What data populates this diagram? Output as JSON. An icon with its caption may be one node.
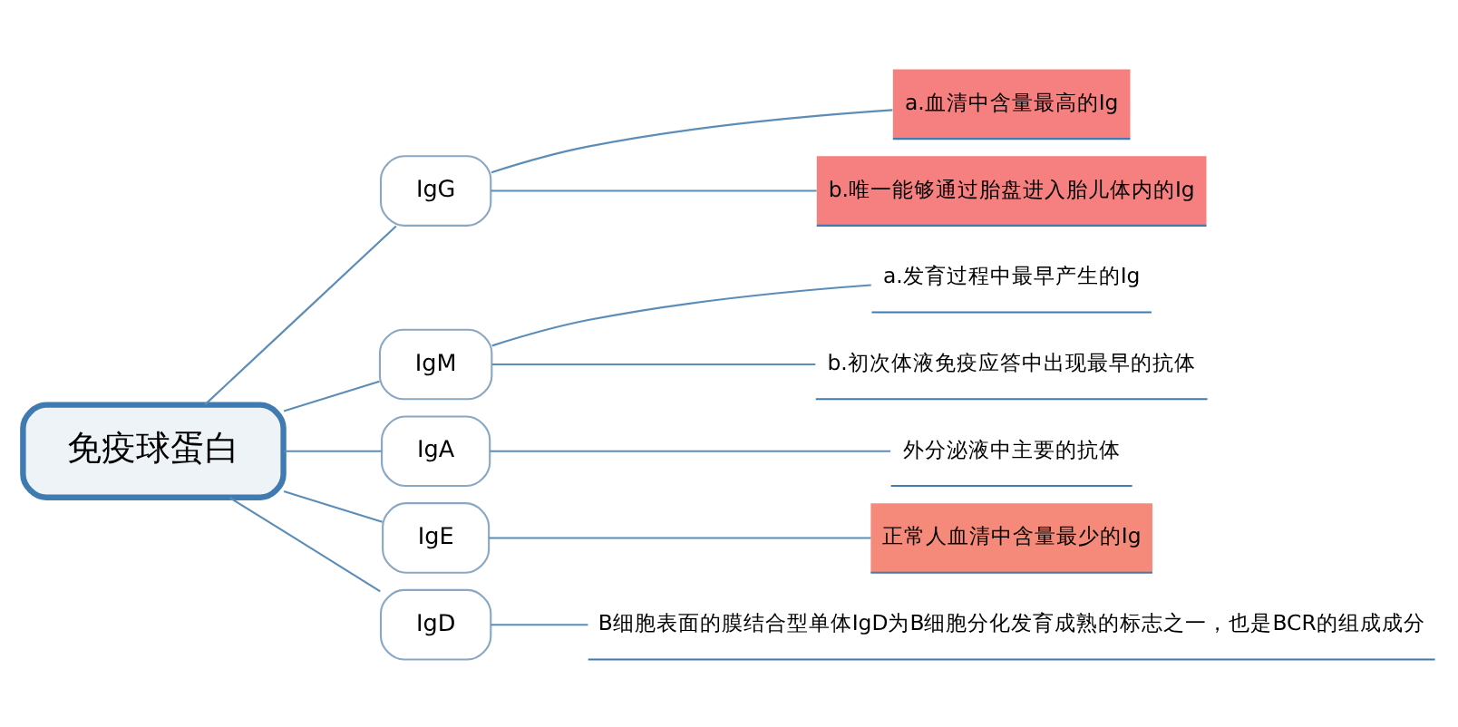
{
  "diagram": {
    "nodes": [
      {
        "text": [
          "免疫球蛋白"
        ]
      },
      {
        "text": [
          "IgG"
        ]
      },
      {
        "text": [
          "a.血清中含量最高的Ig"
        ]
      },
      {
        "text": [
          "b.唯一能够通过胎盘进入胎儿体内的Ig"
        ]
      },
      {
        "text": [
          "IgM"
        ]
      },
      {
        "text": [
          "a.发育过程中最早产生的Ig"
        ]
      },
      {
        "text": [
          "b.初次体液免疫应答中出现最早的抗体"
        ]
      },
      {
        "text": [
          "IgA"
        ]
      },
      {
        "text": [
          "外分泌液中主要的抗体"
        ]
      },
      {
        "text": [
          "IgE"
        ]
      },
      {
        "text": [
          "正常人血清中含量最少的Ig"
        ]
      },
      {
        "text": [
          "IgD"
        ]
      },
      {
        "text": [
          "B细胞表面的膜结合型单体IgD为B细胞分化发育成熟的标志之一，也是BCR的组成成分"
        ]
      }
    ],
    "edges": [
      {
        "from": 0,
        "to": 1,
        "arrow": "none"
      },
      {
        "from": 1,
        "to": 2,
        "arrow": "none"
      },
      {
        "from": 1,
        "to": 3,
        "arrow": "none"
      },
      {
        "from": 0,
        "to": 4,
        "arrow": "none"
      },
      {
        "from": 4,
        "to": 5,
        "arrow": "none"
      },
      {
        "from": 4,
        "to": 6,
        "arrow": "none"
      },
      {
        "from": 0,
        "to": 7,
        "arrow": "none"
      },
      {
        "from": 7,
        "to": 8,
        "arrow": "none"
      },
      {
        "from": 0,
        "to": 9,
        "arrow": "none"
      },
      {
        "from": 9,
        "to": 10,
        "arrow": "none"
      },
      {
        "from": 0,
        "to": 11,
        "arrow": "none"
      },
      {
        "from": 11,
        "to": 12,
        "arrow": "none"
      }
    ]
  }
}
